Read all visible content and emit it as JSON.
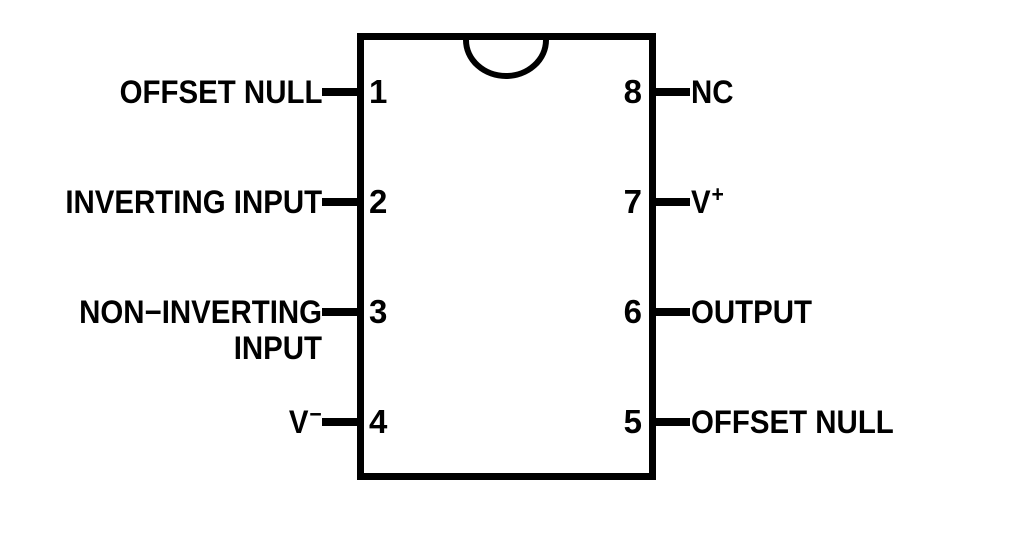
{
  "colors": {
    "ink": "#000000",
    "background": "#ffffff"
  },
  "ic": {
    "left_pins": [
      {
        "number": "1",
        "label": "OFFSET NULL"
      },
      {
        "number": "2",
        "label": "INVERTING INPUT"
      },
      {
        "number": "3",
        "label": "NON−INVERTING",
        "label_line2": "INPUT"
      },
      {
        "number": "4",
        "label": "V",
        "label_sup": "−"
      }
    ],
    "right_pins": [
      {
        "number": "8",
        "label": "NC"
      },
      {
        "number": "7",
        "label": "V",
        "label_sup": "+"
      },
      {
        "number": "6",
        "label": "OUTPUT"
      },
      {
        "number": "5",
        "label": "OFFSET NULL"
      }
    ]
  }
}
